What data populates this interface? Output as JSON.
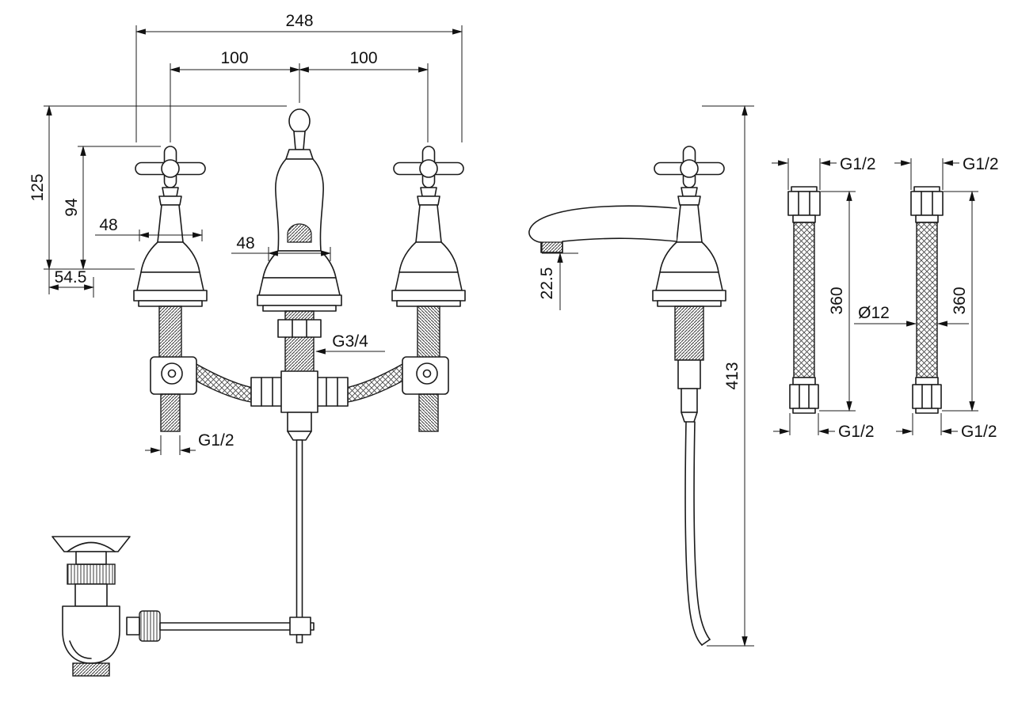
{
  "canvas": {
    "background": "#ffffff",
    "ink": "#1b1b1b"
  },
  "drawing": {
    "type": "technical-dimension-drawing",
    "subject": "3-hole basin mixer tap with pop-up waste and flexible supply hoses",
    "front": {
      "dim_total_width": "248",
      "dim_pitch_left": "100",
      "dim_pitch_right": "100",
      "dim_height_overall": "125",
      "dim_height_handle": "94",
      "dim_handle_dia": "48",
      "dim_spout_dia": "48",
      "dim_base_width": "54.5",
      "label_spout_thread": "G3/4",
      "label_tail_thread": "G1/2"
    },
    "side": {
      "dim_spout_drop": "22.5",
      "dim_total_height": "413"
    },
    "hose_left": {
      "label_top": "G1/2",
      "label_bottom": "G1/2",
      "dim_length": "360"
    },
    "hose_right": {
      "label_top": "G1/2",
      "label_bottom": "G1/2",
      "dim_length": "360",
      "dim_diameter": "Ø12"
    }
  }
}
